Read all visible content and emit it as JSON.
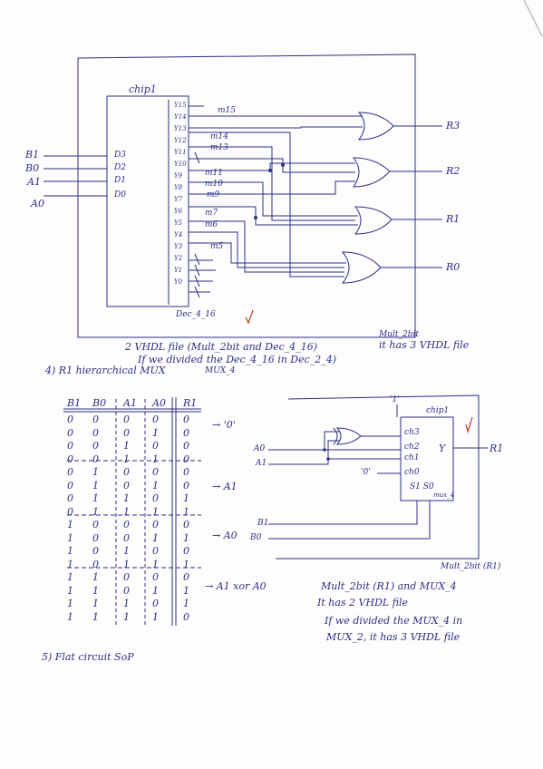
{
  "diagram1": {
    "chip_label": "chip1",
    "inputs": [
      "B1",
      "B0",
      "A1",
      "A0"
    ],
    "chip_inputs": [
      "D3",
      "D2",
      "D1",
      "D0"
    ],
    "chip_outputs": [
      "Y15",
      "Y14",
      "Y13",
      "Y12",
      "Y11",
      "Y10",
      "Y9",
      "Y8",
      "Y7",
      "Y6",
      "Y5",
      "Y4",
      "Y3",
      "Y2",
      "Y1",
      "Y0"
    ],
    "wire_labels": [
      "m15",
      "m14",
      "m13",
      "m11",
      "m10",
      "m9",
      "m7",
      "m6",
      "m5"
    ],
    "outputs": [
      "R3",
      "R2",
      "R1",
      "R0"
    ],
    "decoder_label": "Dec_4_16",
    "check": "✓"
  },
  "note1": {
    "line1": "2 VHDL file (Mult_2bit and Dec_4_16)",
    "side1": "Mult_2bit",
    "side2": "it has 3 VHDL file",
    "line2": "If we divided the Dec_4_16 in Dec_2_4)"
  },
  "section4": {
    "heading": "4) R1 hierarchical MUX",
    "mux_label": "MUX_4"
  },
  "truth_table": {
    "headers": [
      "B1",
      "B0",
      "A1",
      "A0",
      "R1"
    ],
    "rows": [
      [
        "0",
        "0",
        "0",
        "0",
        "0"
      ],
      [
        "0",
        "0",
        "0",
        "1",
        "0"
      ],
      [
        "0",
        "0",
        "1",
        "0",
        "0"
      ],
      [
        "0",
        "0",
        "1",
        "1",
        "0"
      ],
      [
        "0",
        "1",
        "0",
        "0",
        "0"
      ],
      [
        "0",
        "1",
        "0",
        "1",
        "0"
      ],
      [
        "0",
        "1",
        "1",
        "0",
        "1"
      ],
      [
        "0",
        "1",
        "1",
        "1",
        "1"
      ],
      [
        "1",
        "0",
        "0",
        "0",
        "0"
      ],
      [
        "1",
        "0",
        "0",
        "1",
        "1"
      ],
      [
        "1",
        "0",
        "1",
        "0",
        "0"
      ],
      [
        "1",
        "0",
        "1",
        "1",
        "1"
      ],
      [
        "1",
        "1",
        "0",
        "0",
        "0"
      ],
      [
        "1",
        "1",
        "0",
        "1",
        "1"
      ],
      [
        "1",
        "1",
        "1",
        "0",
        "1"
      ],
      [
        "1",
        "1",
        "1",
        "1",
        "0"
      ]
    ],
    "annotations": [
      "→ '0'",
      "→ A1",
      "→ A0",
      "→ A1 xor A0"
    ]
  },
  "diagram2": {
    "vdd": "'1'",
    "chip_label": "chip1",
    "chip_inputs": [
      "ch3",
      "ch2",
      "ch1",
      "ch0"
    ],
    "select": "S1 S0",
    "output_pin": "Y",
    "output": "R1",
    "inputs": [
      "A0",
      "A1",
      "B1",
      "B0"
    ],
    "zero": "'0'",
    "mux_label": "mux_4",
    "block_label": "Mult_2bit (R1)",
    "check": "✓"
  },
  "note2": {
    "line1": "Mult_2bit (R1) and MUX_4",
    "line2": "It has 2 VHDL file",
    "line3": "If we divided the MUX_4 in",
    "line4": "MUX_2, it has 3 VHDL file"
  },
  "section5": {
    "heading": "5) Flat circuit SoP"
  }
}
